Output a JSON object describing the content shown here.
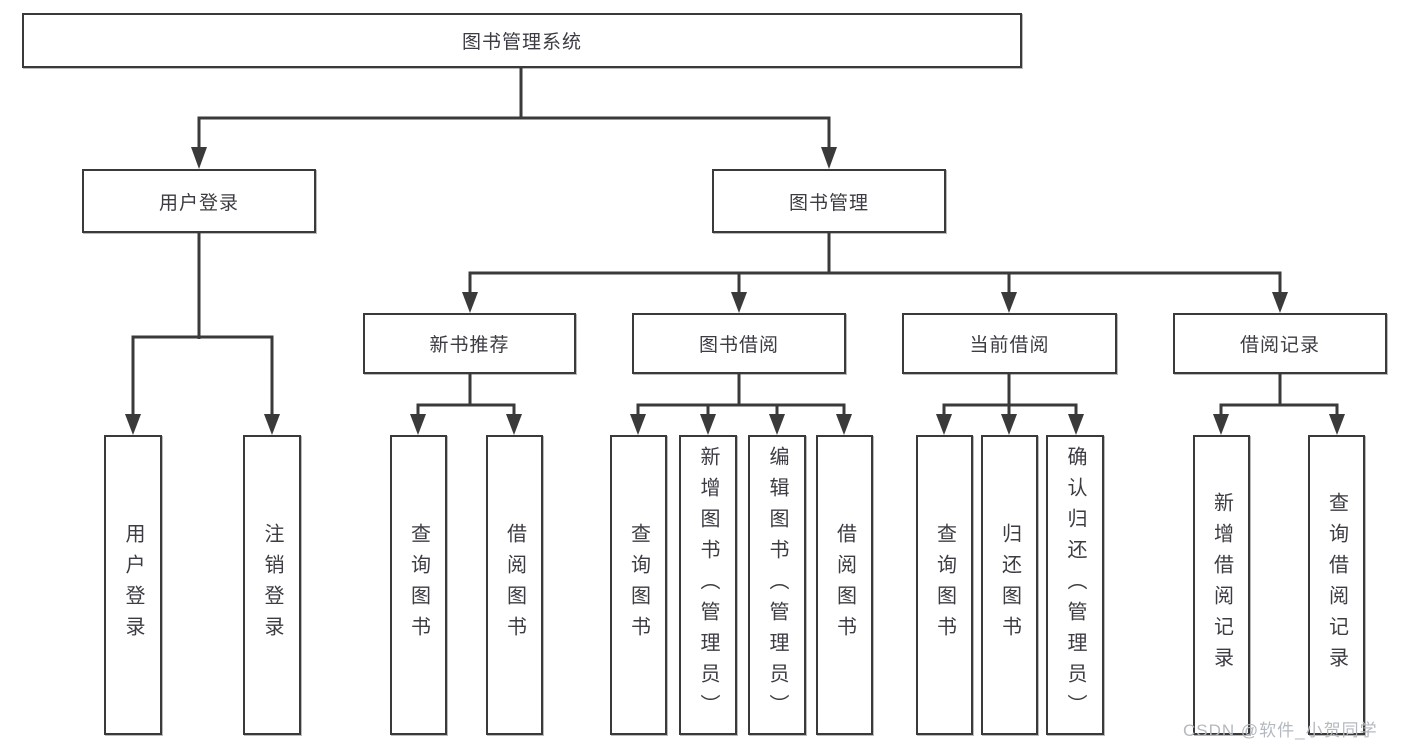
{
  "diagram": {
    "root": "图书管理系统",
    "level2": [
      "用户登录",
      "图书管理"
    ],
    "user_login_children": [
      "用户登录",
      "注销登录"
    ],
    "level3": [
      "新书推荐",
      "图书借阅",
      "当前借阅",
      "借阅记录"
    ],
    "new_book_children": [
      "查询图书",
      "借阅图书"
    ],
    "borrow_children": [
      "查询图书",
      "新增图书（管理员）",
      "编辑图书（管理员）",
      "借阅图书"
    ],
    "current_children": [
      "查询图书",
      "归还图书",
      "确认归还（管理员）"
    ],
    "records_children": [
      "新增借阅记录",
      "查询借阅记录"
    ]
  },
  "watermark": "CSDN @软件_小贺同学",
  "colors": {
    "line": "#3a3a3a",
    "text": "#3c3c43",
    "watermark": "#b4b9c0",
    "background": "#ffffff"
  }
}
